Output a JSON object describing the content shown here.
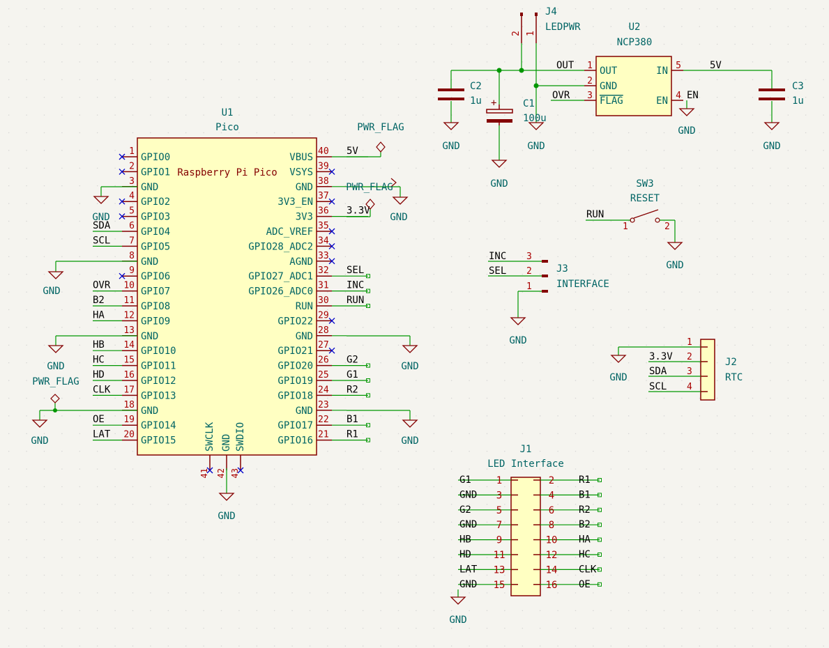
{
  "colors": {
    "background": "#f5f4ef",
    "wire": "#009600",
    "body_outline": "#840000",
    "body_fill": "#ffffc2",
    "pin_number": "#a90000",
    "pin_name": "#006464",
    "ref": "#006464",
    "noconnect": "#0000c8",
    "ground": "#840000"
  },
  "u1": {
    "ref": "U1",
    "value": "Pico",
    "center_label": "Raspberry Pi Pico",
    "left_pins": [
      {
        "num": "1",
        "name": "GPIO0",
        "net": ""
      },
      {
        "num": "2",
        "name": "GPIO1",
        "net": ""
      },
      {
        "num": "3",
        "name": "GND",
        "net": ""
      },
      {
        "num": "4",
        "name": "GPIO2",
        "net": ""
      },
      {
        "num": "5",
        "name": "GPIO3",
        "net": ""
      },
      {
        "num": "6",
        "name": "GPIO4",
        "net": "SDA"
      },
      {
        "num": "7",
        "name": "GPIO5",
        "net": "SCL"
      },
      {
        "num": "8",
        "name": "GND",
        "net": ""
      },
      {
        "num": "9",
        "name": "GPIO6",
        "net": ""
      },
      {
        "num": "10",
        "name": "GPIO7",
        "net": "OVR"
      },
      {
        "num": "11",
        "name": "GPIO8",
        "net": "B2"
      },
      {
        "num": "12",
        "name": "GPIO9",
        "net": "HA"
      },
      {
        "num": "13",
        "name": "GND",
        "net": ""
      },
      {
        "num": "14",
        "name": "GPIO10",
        "net": "HB"
      },
      {
        "num": "15",
        "name": "GPIO11",
        "net": "HC"
      },
      {
        "num": "16",
        "name": "GPIO12",
        "net": "HD"
      },
      {
        "num": "17",
        "name": "GPIO13",
        "net": "CLK"
      },
      {
        "num": "18",
        "name": "GND",
        "net": ""
      },
      {
        "num": "19",
        "name": "GPIO14",
        "net": "OE"
      },
      {
        "num": "20",
        "name": "GPIO15",
        "net": "LAT"
      }
    ],
    "right_pins": [
      {
        "num": "40",
        "name": "VBUS",
        "net": "5V"
      },
      {
        "num": "39",
        "name": "VSYS",
        "net": ""
      },
      {
        "num": "38",
        "name": "GND",
        "net": ""
      },
      {
        "num": "37",
        "name": "3V3_EN",
        "net": ""
      },
      {
        "num": "36",
        "name": "3V3",
        "net": "3.3V"
      },
      {
        "num": "35",
        "name": "ADC_VREF",
        "net": ""
      },
      {
        "num": "34",
        "name": "GPIO28_ADC2",
        "net": ""
      },
      {
        "num": "33",
        "name": "AGND",
        "net": ""
      },
      {
        "num": "32",
        "name": "GPIO27_ADC1",
        "net": "SEL"
      },
      {
        "num": "31",
        "name": "GPIO26_ADC0",
        "net": "INC"
      },
      {
        "num": "30",
        "name": "RUN",
        "net": "RUN"
      },
      {
        "num": "29",
        "name": "GPIO22",
        "net": ""
      },
      {
        "num": "28",
        "name": "GND",
        "net": ""
      },
      {
        "num": "27",
        "name": "GPIO21",
        "net": ""
      },
      {
        "num": "26",
        "name": "GPIO20",
        "net": "G2"
      },
      {
        "num": "25",
        "name": "GPIO19",
        "net": "G1"
      },
      {
        "num": "24",
        "name": "GPIO18",
        "net": "R2"
      },
      {
        "num": "23",
        "name": "GND",
        "net": ""
      },
      {
        "num": "22",
        "name": "GPIO17",
        "net": "B1"
      },
      {
        "num": "21",
        "name": "GPIO16",
        "net": "R1"
      }
    ],
    "bottom_pins": [
      {
        "num": "41",
        "name": "SWCLK"
      },
      {
        "num": "42",
        "name": "GND"
      },
      {
        "num": "43",
        "name": "SWDIO"
      }
    ]
  },
  "gnd_label": "GND",
  "pwr_flag_label": "PWR_FLAG",
  "j4": {
    "ref": "J4",
    "value": "LEDPWR",
    "pin1": "1",
    "pin2": "2"
  },
  "u2": {
    "ref": "U2",
    "value": "NCP380",
    "pins": [
      {
        "num": "1",
        "name": "OUT"
      },
      {
        "num": "2",
        "name": "GND"
      },
      {
        "num": "3",
        "name": "FLAG"
      },
      {
        "num": "5",
        "name": "IN"
      },
      {
        "num": "4",
        "name": "EN"
      }
    ],
    "net_out": "OUT",
    "net_ovr": "OVR",
    "net_5v": "5V",
    "net_en": "EN"
  },
  "c1": {
    "ref": "C1",
    "value": "100u",
    "polarity": "+"
  },
  "c2": {
    "ref": "C2",
    "value": "1u"
  },
  "c3": {
    "ref": "C3",
    "value": "1u"
  },
  "sw3": {
    "ref": "SW3",
    "value": "RESET",
    "net": "RUN",
    "pin1": "1",
    "pin2": "2"
  },
  "j3": {
    "ref": "J3",
    "value": "INTERFACE",
    "pins": [
      {
        "num": "3",
        "net": "INC"
      },
      {
        "num": "2",
        "net": "SEL"
      },
      {
        "num": "1",
        "net": ""
      }
    ]
  },
  "j2": {
    "ref": "J2",
    "value": "RTC",
    "pins": [
      {
        "num": "1",
        "net": ""
      },
      {
        "num": "2",
        "net": "3.3V"
      },
      {
        "num": "3",
        "net": "SDA"
      },
      {
        "num": "4",
        "net": "SCL"
      }
    ]
  },
  "j1": {
    "ref": "J1",
    "value": "LED Interface",
    "left": [
      {
        "num": "1",
        "net": "G1"
      },
      {
        "num": "3",
        "net": "GND"
      },
      {
        "num": "5",
        "net": "G2"
      },
      {
        "num": "7",
        "net": "GND"
      },
      {
        "num": "9",
        "net": "HB"
      },
      {
        "num": "11",
        "net": "HD"
      },
      {
        "num": "13",
        "net": "LAT"
      },
      {
        "num": "15",
        "net": "GND"
      }
    ],
    "right": [
      {
        "num": "2",
        "net": "R1"
      },
      {
        "num": "4",
        "net": "B1"
      },
      {
        "num": "6",
        "net": "R2"
      },
      {
        "num": "8",
        "net": "B2"
      },
      {
        "num": "10",
        "net": "HA"
      },
      {
        "num": "12",
        "net": "HC"
      },
      {
        "num": "14",
        "net": "CLK"
      },
      {
        "num": "16",
        "net": "OE"
      }
    ]
  }
}
